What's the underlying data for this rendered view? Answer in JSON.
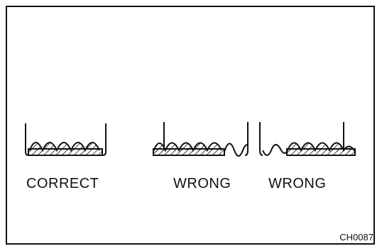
{
  "figure": {
    "panels": [
      {
        "id": "correct",
        "label": "CORRECT"
      },
      {
        "id": "wrong-1",
        "label": "WRONG"
      },
      {
        "id": "wrong-2",
        "label": "WRONG"
      }
    ],
    "code": "CH0087"
  }
}
